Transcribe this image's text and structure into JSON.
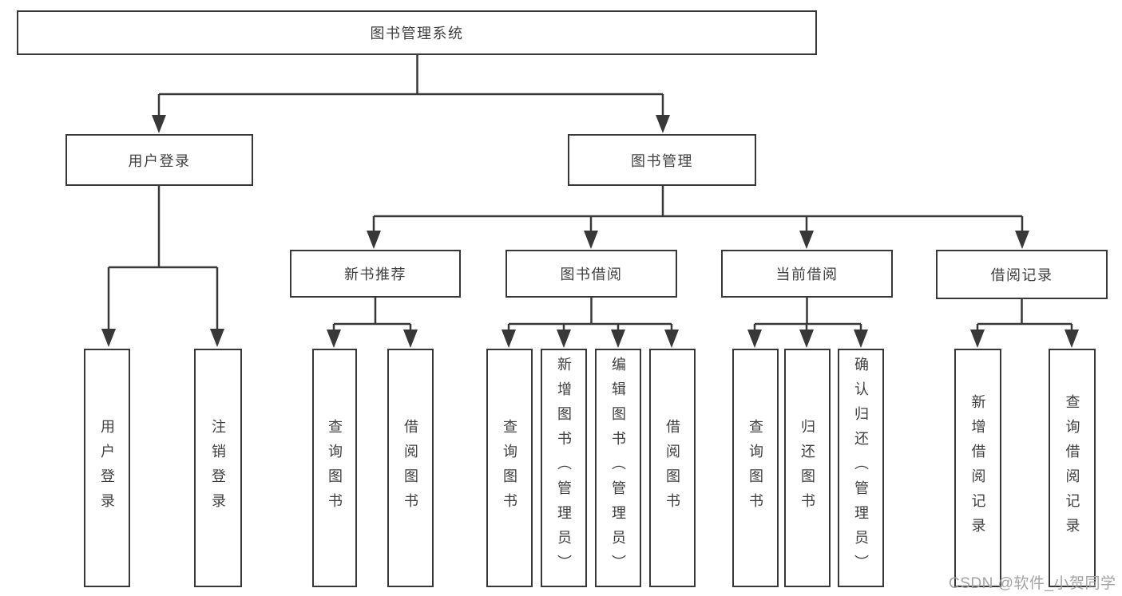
{
  "diagram": {
    "title": "图书管理系统",
    "root": {
      "label": "图书管理系统",
      "children": [
        {
          "label": "用户登录",
          "children": [
            {
              "label": "用户登录"
            },
            {
              "label": "注销登录"
            }
          ]
        },
        {
          "label": "图书管理",
          "children": [
            {
              "label": "新书推荐",
              "children": [
                {
                  "label": "查询图书"
                },
                {
                  "label": "借阅图书"
                }
              ]
            },
            {
              "label": "图书借阅",
              "children": [
                {
                  "label": "查询图书"
                },
                {
                  "label": "新增图书（管理员）"
                },
                {
                  "label": "编辑图书（管理员）"
                },
                {
                  "label": "借阅图书"
                }
              ]
            },
            {
              "label": "当前借阅",
              "children": [
                {
                  "label": "查询图书"
                },
                {
                  "label": "归还图书"
                },
                {
                  "label": "确认归还（管理员）"
                }
              ]
            },
            {
              "label": "借阅记录",
              "children": [
                {
                  "label": "新增借阅记录"
                },
                {
                  "label": "查询借阅记录"
                }
              ]
            }
          ]
        }
      ]
    }
  },
  "watermark": "CSDN @软件_小贺同学",
  "colors": {
    "line": "#383838",
    "text": "#3f3f3f",
    "watermark": "#a3a3a3",
    "background": "#ffffff"
  }
}
